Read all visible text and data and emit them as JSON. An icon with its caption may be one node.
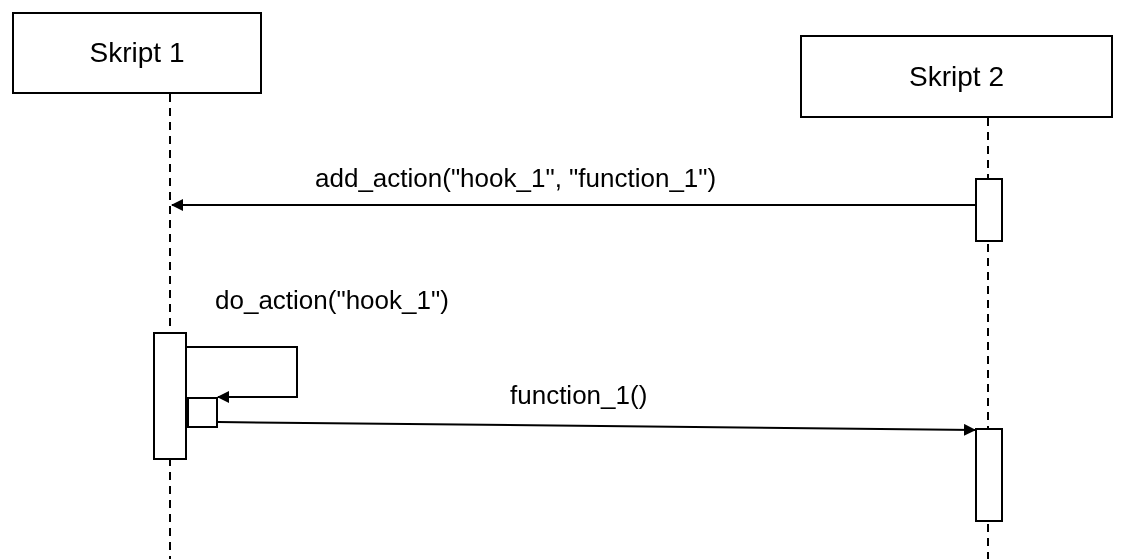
{
  "diagram": {
    "nodes": [
      {
        "text": [
          "Skript 1"
        ]
      },
      {
        "text": [
          "Skript 2"
        ]
      },
      {
        "text": [],
        "shape": "box"
      },
      {
        "text": [],
        "shape": "box"
      },
      {
        "text": [],
        "shape": "box"
      },
      {
        "text": [],
        "shape": "box"
      }
    ],
    "edges": [
      {
        "from": 2,
        "to": null,
        "arrow": "to",
        "label": "add_action(\"hook_1\", \"function_1\")"
      },
      {
        "from": 3,
        "to": 4,
        "arrow": "to",
        "label": "do_action(\"hook_1\")"
      },
      {
        "from": 4,
        "to": 5,
        "arrow": "to",
        "label": "function_1()"
      }
    ]
  }
}
